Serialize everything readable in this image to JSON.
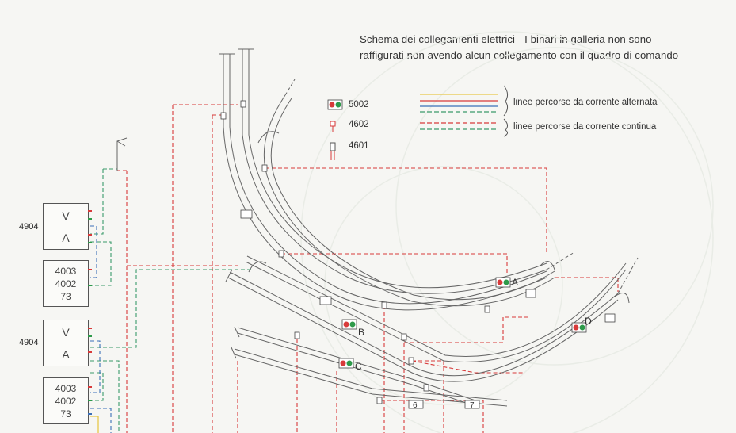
{
  "title": {
    "line1": "Schema dei collegamenti elettrici - I binari in galleria non sono",
    "line2": "raffigurati non avendo alcun collegamento con il quadro di comando"
  },
  "legend_symbols": [
    {
      "code": "5002"
    },
    {
      "code": "4602"
    },
    {
      "code": "4601"
    }
  ],
  "legend_lines": {
    "ac_label": "linee percorse da corrente alternata",
    "dc_label": "linee percorse da corrente continua",
    "colors": {
      "yellow": "#e8c84a",
      "red": "#d83a3a",
      "blue": "#3b6fb8",
      "green": "#3a9a6a"
    }
  },
  "control_units": [
    {
      "id": "4904",
      "top": "V",
      "bottom": "A"
    },
    {
      "id": "4904",
      "top": "V",
      "bottom": "A"
    }
  ],
  "sub_units": [
    {
      "l1": "4003",
      "l2": "4002",
      "l3": "73"
    },
    {
      "l1": "4003",
      "l2": "4002",
      "l3": "73"
    }
  ],
  "signal_labels": [
    "A",
    "B",
    "C",
    "D"
  ],
  "uncoupler_labels": [
    "6",
    "7"
  ]
}
